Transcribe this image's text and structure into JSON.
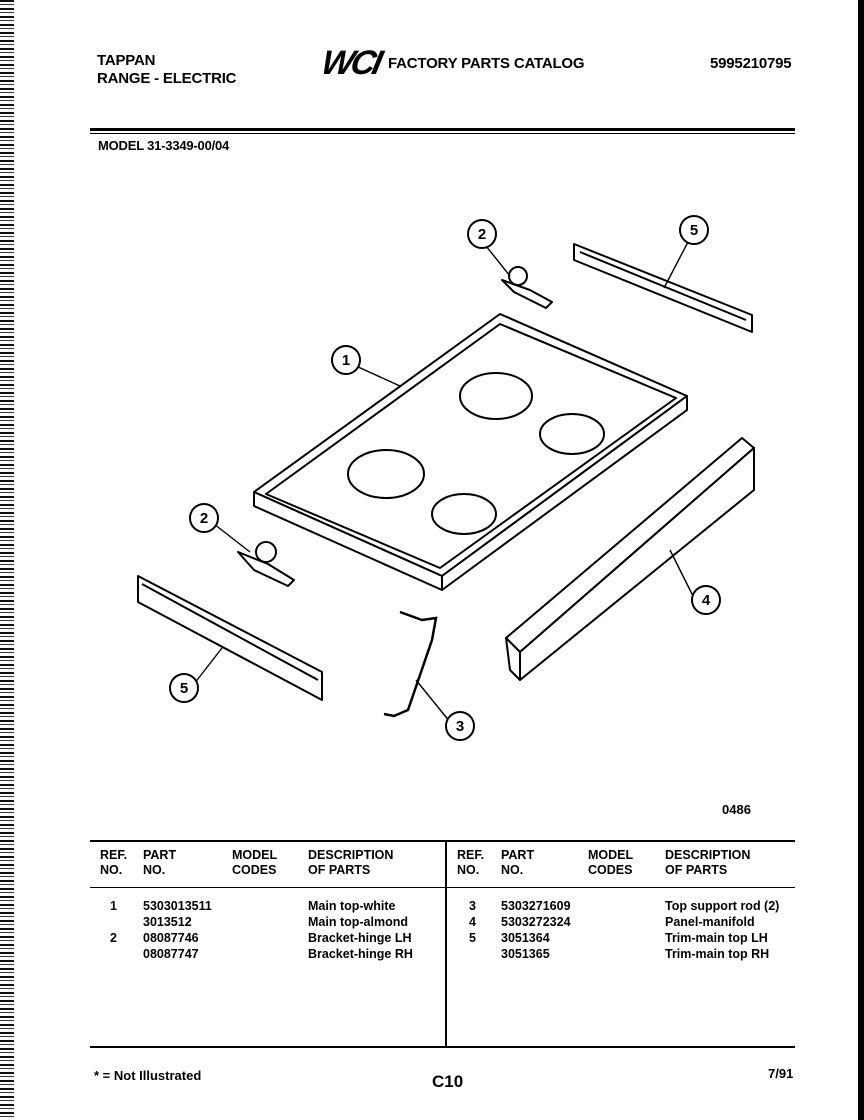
{
  "header": {
    "brand_line1": "TAPPAN",
    "brand_line2": "RANGE - ELECTRIC",
    "logo_text": "WCI",
    "catalog_title": "FACTORY PARTS CATALOG",
    "doc_number": "5995210795"
  },
  "model_line": "MODEL 31-3349-00/04",
  "diagram": {
    "callouts": [
      "1",
      "2",
      "2",
      "3",
      "4",
      "5",
      "5"
    ],
    "figure_number": "0486"
  },
  "table": {
    "headers": {
      "ref": [
        "REF.",
        "NO."
      ],
      "part": [
        "PART",
        "NO."
      ],
      "model": [
        "MODEL",
        "CODES"
      ],
      "desc": [
        "DESCRIPTION",
        "OF PARTS"
      ]
    },
    "left_rows": [
      {
        "ref": "1",
        "part": "5303013511",
        "codes": "",
        "desc": "Main top-white"
      },
      {
        "ref": "",
        "part": "3013512",
        "codes": "",
        "desc": "Main top-almond"
      },
      {
        "ref": "2",
        "part": "08087746",
        "codes": "",
        "desc": "Bracket-hinge LH"
      },
      {
        "ref": "",
        "part": "08087747",
        "codes": "",
        "desc": "Bracket-hinge RH"
      }
    ],
    "right_rows": [
      {
        "ref": "3",
        "part": "5303271609",
        "codes": "",
        "desc": "Top support rod (2)"
      },
      {
        "ref": "4",
        "part": "5303272324",
        "codes": "",
        "desc": "Panel-manifold"
      },
      {
        "ref": "5",
        "part": "3051364",
        "codes": "",
        "desc": "Trim-main top LH"
      },
      {
        "ref": "",
        "part": "3051365",
        "codes": "",
        "desc": "Trim-main top RH"
      }
    ]
  },
  "footer": {
    "note": "* = Not Illustrated",
    "page_id": "C10",
    "date": "7/91"
  }
}
